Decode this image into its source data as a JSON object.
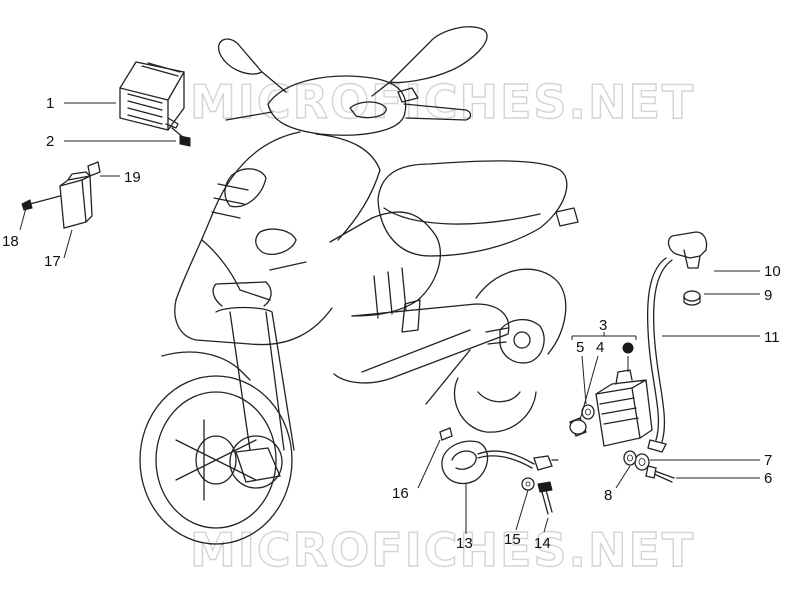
{
  "watermark": "MICROFICHES.NET",
  "callouts": {
    "c1": "1",
    "c2": "2",
    "c3": "3",
    "c4": "4",
    "c5": "5",
    "c6": "6",
    "c7": "7",
    "c8": "8",
    "c9": "9",
    "c10": "10",
    "c11": "11",
    "c13": "13",
    "c14": "14",
    "c15": "15",
    "c16": "16",
    "c17": "17",
    "c18": "18",
    "c19": "19"
  }
}
